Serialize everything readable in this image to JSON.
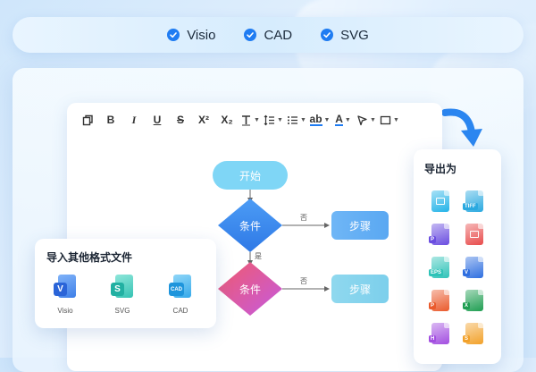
{
  "formats": [
    {
      "label": "Visio"
    },
    {
      "label": "CAD"
    },
    {
      "label": "SVG"
    }
  ],
  "toolbar": {
    "items": [
      {
        "icon": "copy-format-icon"
      },
      {
        "icon": "bold-icon",
        "text": "B"
      },
      {
        "icon": "italic-icon",
        "text": "I"
      },
      {
        "icon": "underline-icon",
        "text": "U"
      },
      {
        "icon": "strikethrough-icon",
        "text": "S"
      },
      {
        "icon": "superscript-icon",
        "text": "X²"
      },
      {
        "icon": "subscript-icon",
        "text": "X₂"
      },
      {
        "icon": "text-style-icon"
      },
      {
        "icon": "line-spacing-icon"
      },
      {
        "icon": "list-icon"
      },
      {
        "icon": "highlight-icon",
        "text": "ab"
      },
      {
        "icon": "font-color-icon",
        "text": "A"
      },
      {
        "icon": "pointer-icon"
      },
      {
        "icon": "shape-icon"
      }
    ]
  },
  "flowchart": {
    "start_label": "开始",
    "condition1_label": "条件",
    "condition2_label": "条件",
    "step1_label": "步骤",
    "step2_label": "步骤",
    "no_label_1": "否",
    "no_label_2": "否",
    "yes_label": "是"
  },
  "import_card": {
    "title": "导入其他格式文件",
    "items": [
      {
        "label": "Visio",
        "badge": "V",
        "color": "#2f6fe0"
      },
      {
        "label": "SVG",
        "badge": "S",
        "color": "#2cc3b5"
      },
      {
        "label": "CAD",
        "badge": "CAD",
        "color": "#27a7e8"
      }
    ]
  },
  "export_card": {
    "title": "导出为",
    "icons": [
      {
        "name": "image-file-icon",
        "color": "#23b3e8",
        "tag": ""
      },
      {
        "name": "tiff-file-icon",
        "color": "#2aa9e0",
        "tag": "TIFF"
      },
      {
        "name": "pdf-editor-file-icon",
        "color": "#6a4de0",
        "tag": "P"
      },
      {
        "name": "pdf-file-icon",
        "color": "#e84c4c",
        "tag": ""
      },
      {
        "name": "eps-file-icon",
        "color": "#2fc3b8",
        "tag": "EPS"
      },
      {
        "name": "visio-file-icon",
        "color": "#2f6fe0",
        "tag": "V"
      },
      {
        "name": "ppt-file-icon",
        "color": "#ea5a2c",
        "tag": "P"
      },
      {
        "name": "excel-file-icon",
        "color": "#1f9e52",
        "tag": "X"
      },
      {
        "name": "html-file-icon",
        "color": "#a24ee0",
        "tag": "H"
      },
      {
        "name": "svg-file-icon",
        "color": "#f2a12a",
        "tag": "S"
      }
    ]
  },
  "colors": {
    "accent": "#1f7cf2",
    "start_node": "#7fd6f6",
    "condition1": "#3f8cf0",
    "condition2_top": "#ef5a7c",
    "condition2_bottom": "#c85ad8",
    "step1": "#6cb7f5",
    "step2": "#8bd6ee"
  }
}
